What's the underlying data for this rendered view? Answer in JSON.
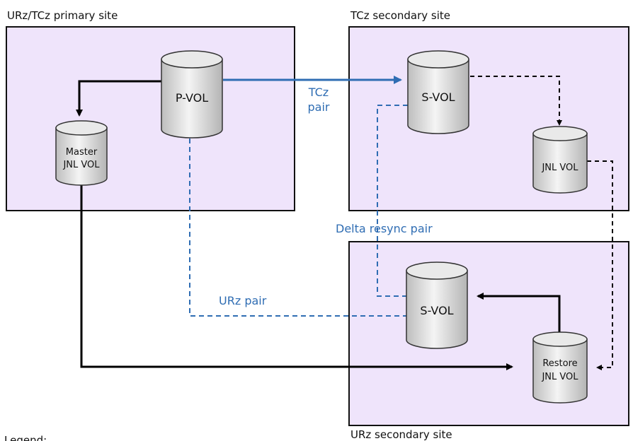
{
  "sites": {
    "primary": "URz/TCz primary site",
    "tcz_secondary": "TCz secondary site",
    "urz_secondary": "URz secondary site"
  },
  "volumes": {
    "pvol": "P-VOL",
    "master_line1": "Master",
    "master_line2": "JNL VOL",
    "svol_tcz": "S-VOL",
    "jnl_tcz": "JNL VOL",
    "svol_urz": "S-VOL",
    "restore_line1": "Restore",
    "restore_line2": "JNL VOL"
  },
  "pairs": {
    "tcz_line1": "TCz",
    "tcz_line2": "pair",
    "delta": "Delta resync pair",
    "urz": "URz pair"
  },
  "legend": {
    "title": "Legend:"
  },
  "colors": {
    "site_fill": "#efe4fb",
    "site_border": "#111111",
    "pair_line": "#2f6db3",
    "flow_line": "#000000"
  }
}
